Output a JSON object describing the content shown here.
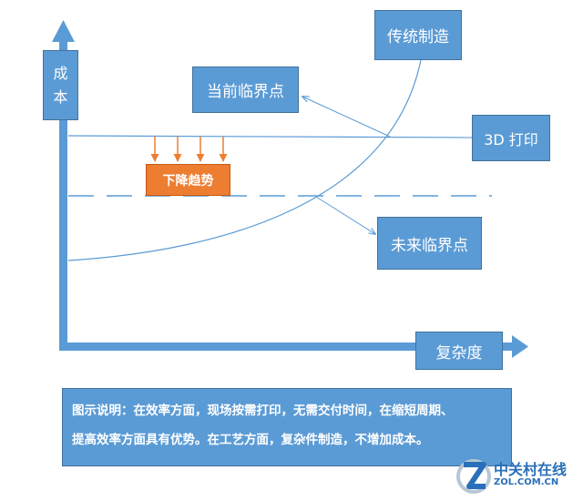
{
  "y_axis": {
    "chars": [
      "成",
      "本"
    ]
  },
  "x_axis": {
    "label": "复杂度"
  },
  "labels": {
    "traditional": "传统制造",
    "current_point": "当前临界点",
    "printing_3d": "3D 打印",
    "future_point": "未来临界点",
    "trend": "下降趋势"
  },
  "caption": {
    "line1": "图示说明：在效率方面，现场按需打印，无需交付时间，在缩短周期、",
    "line2": "提高效率方面具有优势。在工艺方面，复杂件制造，不增加成本。"
  },
  "logo": {
    "name": "中关村在线",
    "domain": "ZOL.COM.CN"
  },
  "colors": {
    "box": "#5b9bd5",
    "trend": "#ed7d31",
    "line": "#5b9bd5",
    "arrow": "#ed7d31"
  }
}
